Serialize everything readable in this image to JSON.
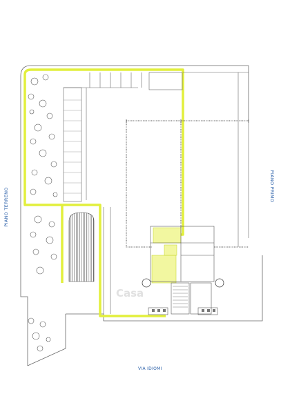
{
  "labels": {
    "ground_floor": "PIANO TERRENO",
    "first_floor": "PIANO PRIMO",
    "street": "VIA IDIOMI"
  },
  "watermark": "Casa",
  "colors": {
    "highlight": "#e2ef3c",
    "line": "#555555",
    "label": "#2a5fa8"
  }
}
